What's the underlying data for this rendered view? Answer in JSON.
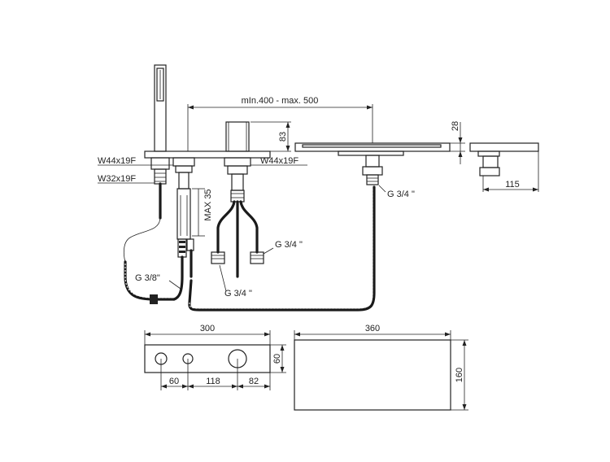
{
  "labels": {
    "span": "mIn.400 - max. 500",
    "h83": "83",
    "h28": "28",
    "w115": "115",
    "thread_w44_left": "W44x19F",
    "thread_w32": "W32x19F",
    "thread_w44_right": "W44x19F",
    "max35": "MAX 35",
    "g34_spout": "G 3/4 \"",
    "g34_mixer": "G 3/4 \"",
    "g34_lower": "G 3/4 \"",
    "g38": "G 3/8\"",
    "d300": "300",
    "d360": "360",
    "d60_h": "60",
    "d160": "160",
    "d60_w": "60",
    "d118": "118",
    "d82": "82"
  }
}
